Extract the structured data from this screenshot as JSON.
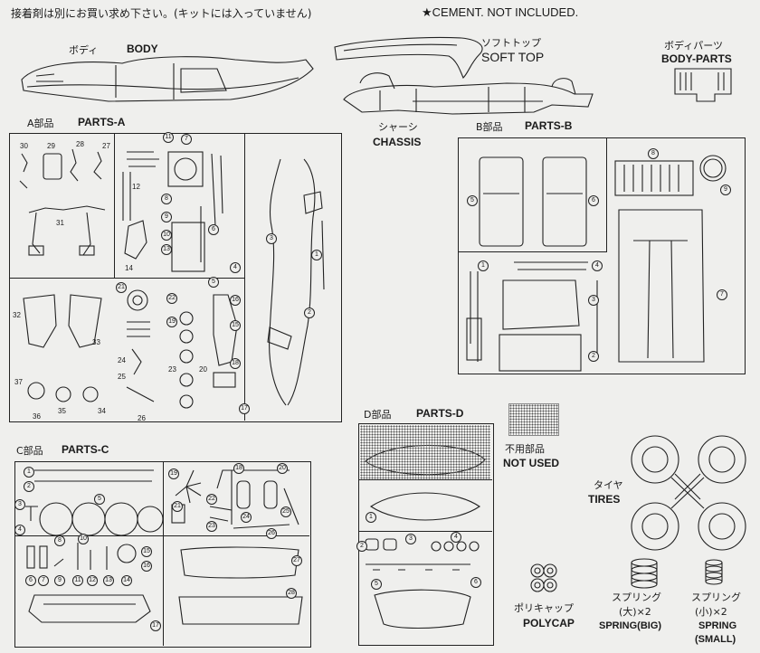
{
  "header": {
    "note_jp": "接着剤は別にお買い求め下さい。(キットには入っていません)",
    "note_en": "★CEMENT. NOT INCLUDED."
  },
  "body": {
    "label_jp": "ボディ",
    "label_en": "BODY"
  },
  "soft_top": {
    "label_jp": "ソフトトップ",
    "label_en": "SOFT TOP"
  },
  "body_parts": {
    "label_jp": "ボディパーツ",
    "label_en": "BODY-PARTS"
  },
  "chassis": {
    "label_jp": "シャーシ",
    "label_en": "CHASSIS"
  },
  "parts_a": {
    "label_jp": "A部品",
    "label_en": "PARTS-A",
    "numbers": [
      "30",
      "29",
      "28",
      "27",
      "31",
      "32",
      "33",
      "37",
      "36",
      "35",
      "34",
      "11",
      "7",
      "12",
      "8",
      "9",
      "10",
      "13",
      "14",
      "6",
      "4",
      "3",
      "1",
      "2",
      "5",
      "21",
      "22",
      "19",
      "24",
      "25",
      "16",
      "20",
      "23",
      "15",
      "18",
      "17",
      "26"
    ]
  },
  "parts_b": {
    "label_jp": "B部品",
    "label_en": "PARTS-B",
    "numbers": [
      "5",
      "6",
      "8",
      "9",
      "1",
      "4",
      "3",
      "2",
      "7"
    ]
  },
  "parts_c": {
    "label_jp": "C部品",
    "label_en": "PARTS-C",
    "numbers": [
      "1",
      "2",
      "3",
      "4",
      "5",
      "8",
      "10",
      "6",
      "7",
      "9",
      "11",
      "12",
      "13",
      "14",
      "15",
      "16",
      "17",
      "18",
      "19",
      "20",
      "21",
      "22",
      "23",
      "24",
      "25",
      "26",
      "27",
      "28"
    ]
  },
  "parts_d": {
    "label_jp": "D部品",
    "label_en": "PARTS-D",
    "numbers": [
      "1",
      "2",
      "3",
      "4",
      "5",
      "6"
    ]
  },
  "not_used": {
    "label_jp": "不用部品",
    "label_en": "NOT USED"
  },
  "tires": {
    "label_jp": "タイヤ",
    "label_en": "TIRES"
  },
  "polycap": {
    "label_jp": "ポリキャップ",
    "label_en": "POLYCAP"
  },
  "spring_big": {
    "label_jp": "スプリング",
    "size_jp": "(大)×2",
    "label_en": "SPRING(BIG)"
  },
  "spring_small": {
    "label_jp": "スプリング",
    "size_jp": "(小)×2",
    "label_en_1": "SPRING",
    "label_en_2": "(SMALL)"
  }
}
